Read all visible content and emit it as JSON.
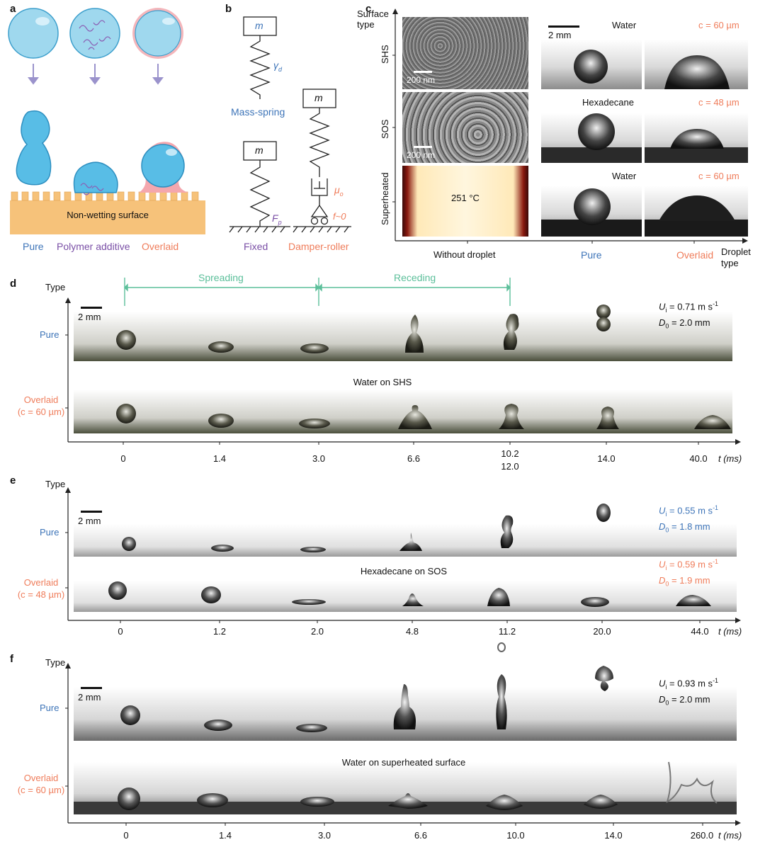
{
  "panels": {
    "a": "a",
    "b": "b",
    "c": "c",
    "d": "d",
    "e": "e",
    "f": "f"
  },
  "panel_a": {
    "surface_label": "Non-wetting surface",
    "droplet_types": [
      "Pure",
      "Polymer additive",
      "Overlaid"
    ]
  },
  "panel_b": {
    "mass": "m",
    "spring_gamma": "γ",
    "spring_gamma_sub": "d",
    "mass_spring_label": "Mass-spring",
    "force": "F",
    "force_sub": "p",
    "mu": "μ",
    "mu_sub": "o",
    "friction": "f~0",
    "fixed_label": "Fixed",
    "damper_label": "Damper-roller"
  },
  "panel_c": {
    "y_title_1": "Surface",
    "y_title_2": "type",
    "rows": [
      "SHS",
      "SOS",
      "Superheated"
    ],
    "scale_200nm": "200 nm",
    "temperature": "251 °C",
    "scale_2mm": "2 mm",
    "liquids": [
      "Water",
      "Hexadecane",
      "Water"
    ],
    "concentrations": [
      "c = 60 µm",
      "c = 48 µm",
      "c = 60 µm"
    ],
    "x_labels": [
      "Without droplet",
      "Pure",
      "Overlaid"
    ],
    "x_title_1": "Droplet",
    "x_title_2": "type"
  },
  "panel_d": {
    "type_label": "Type",
    "scale": "2 mm",
    "spreading": "Spreading",
    "receding": "Receding",
    "pure": "Pure",
    "overlaid": "Overlaid",
    "overlaid_c": "(c = 60 µm)",
    "caption": "Water on SHS",
    "velocity": "U",
    "velocity_sub": "i",
    "velocity_val": " = 0.71 m s",
    "diameter": "D",
    "diameter_sub": "0",
    "diameter_val": " = 2.0 mm",
    "times": [
      "0",
      "1.4",
      "3.0",
      "6.6",
      "10.2",
      "14.0",
      "40.0"
    ],
    "time_extra": "12.0",
    "t_axis": "t (ms)"
  },
  "panel_e": {
    "type_label": "Type",
    "scale": "2 mm",
    "pure": "Pure",
    "overlaid": "Overlaid",
    "overlaid_c": "(c = 48 µm)",
    "caption": "Hexadecane on SOS",
    "pure_u": " = 0.55 m s",
    "pure_d": " = 1.8 mm",
    "over_u": " = 0.59 m s",
    "over_d": " = 1.9 mm",
    "times": [
      "0",
      "1.2",
      "2.0",
      "4.8",
      "11.2",
      "20.0",
      "44.0"
    ],
    "t_axis": "t (ms)"
  },
  "panel_f": {
    "type_label": "Type",
    "scale": "2 mm",
    "pure": "Pure",
    "overlaid": "Overlaid",
    "overlaid_c": "(c = 60 µm)",
    "caption": "Water on superheated surface",
    "velocity_val": " = 0.93 m s",
    "diameter_val": " = 2.0 mm",
    "times": [
      "0",
      "1.4",
      "3.0",
      "6.6",
      "10.0",
      "14.0",
      "260.0"
    ],
    "t_axis": "t (ms)"
  },
  "colors": {
    "blue": "#3d74b8",
    "purple": "#7a4fa6",
    "salmon": "#ef7c5a",
    "green": "#5bbf9a",
    "surface": "#f6c27a"
  }
}
